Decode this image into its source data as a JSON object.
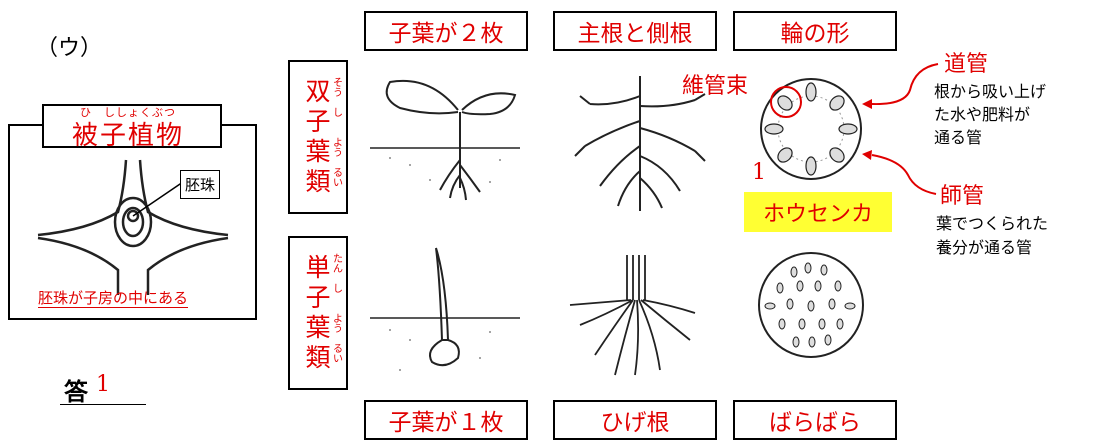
{
  "label_u": "（ウ）",
  "angiosperm": {
    "title": "被子植物",
    "ruby": "ひ　ししょくぶつ",
    "ovule_label": "胚珠",
    "caption": "胚珠が子房の中にある"
  },
  "answer": {
    "label": "答",
    "value": "1"
  },
  "dicot": {
    "chars": [
      "双",
      "子",
      "葉",
      "類"
    ],
    "ruby": [
      "そう",
      "し",
      "よう",
      "るい"
    ]
  },
  "monocot": {
    "chars": [
      "単",
      "子",
      "葉",
      "類"
    ],
    "ruby": [
      "たん",
      "し",
      "よう",
      "るい"
    ]
  },
  "headers": {
    "top": [
      "子葉が２枚",
      "主根と側根",
      "輪の形"
    ],
    "bottom": [
      "子葉が１枚",
      "ひげ根",
      "ばらばら"
    ]
  },
  "annotations": {
    "vascular_bundle": "維管束",
    "number": "1",
    "plant_name": "ホウセンカ",
    "xylem_title": "道管",
    "xylem_desc": [
      "根から吸い上げ",
      "た水や肥料が",
      "通る管"
    ],
    "phloem_title": "師管",
    "phloem_desc": [
      "葉でつくられた",
      "養分が通る管"
    ]
  },
  "colors": {
    "accent": "#e00000",
    "highlight": "#ffff33"
  }
}
